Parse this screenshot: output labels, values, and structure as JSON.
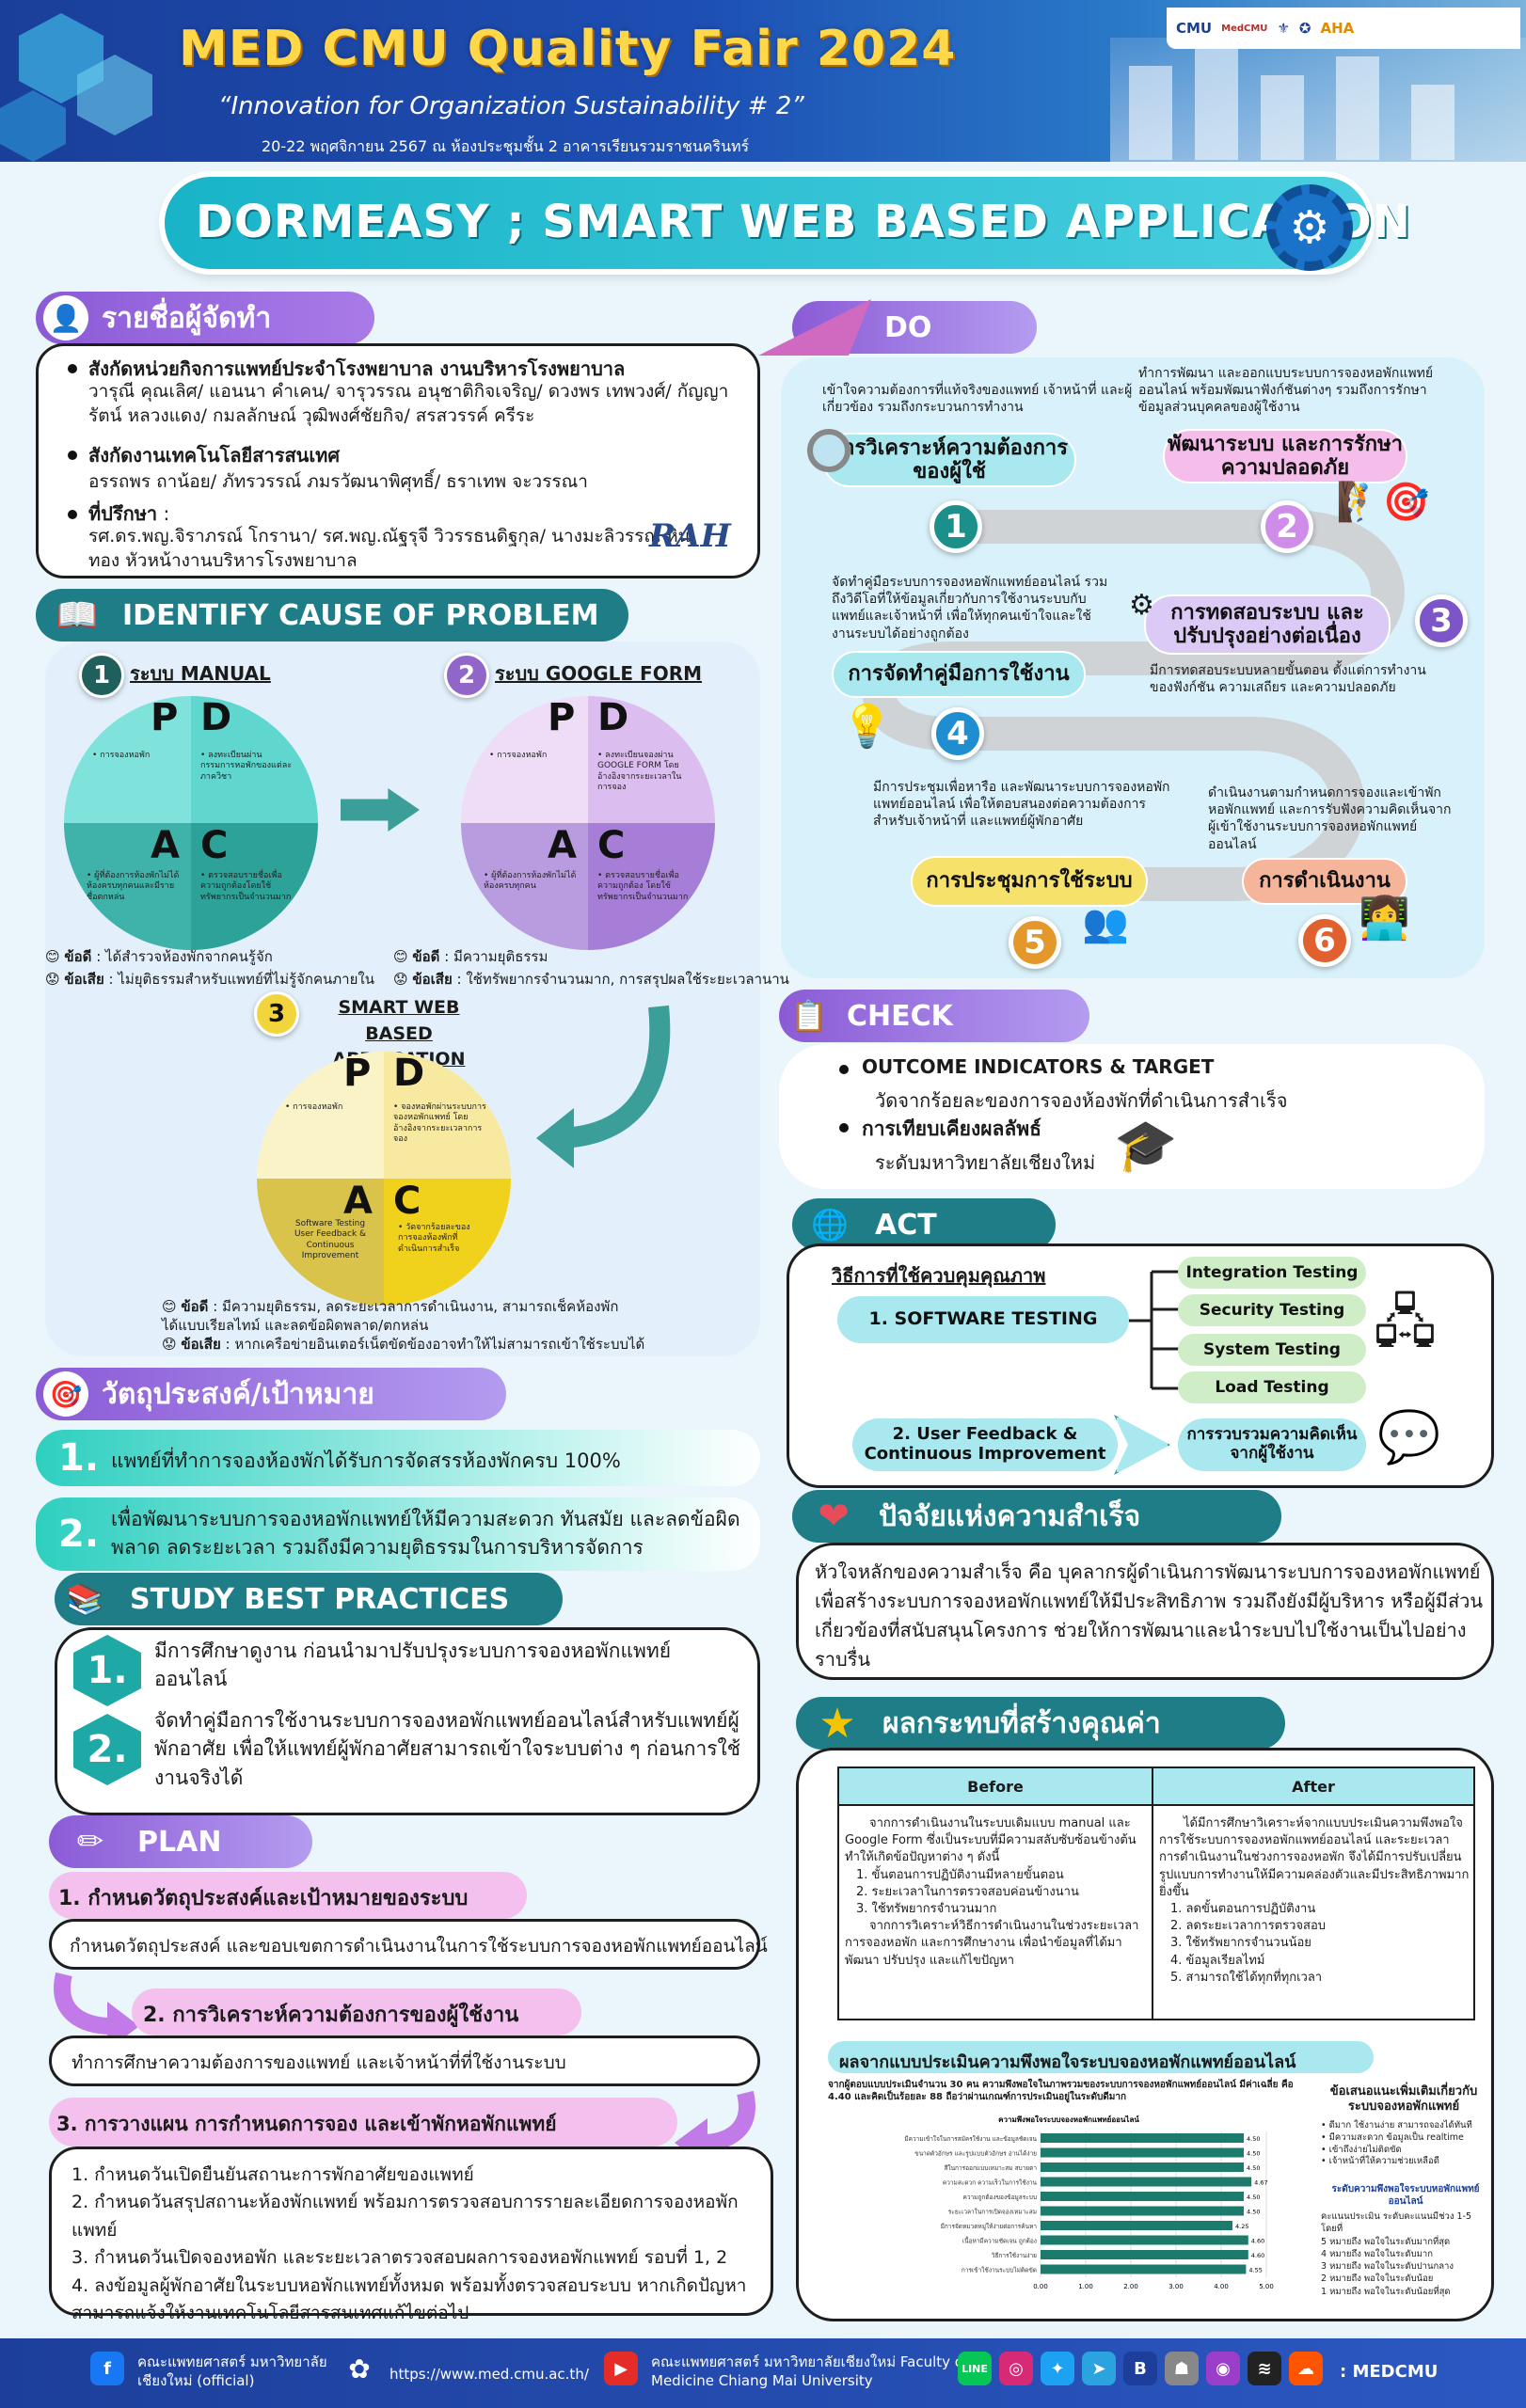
{
  "header": {
    "title": "MED CMU Quality Fair 2024",
    "slogan": "“Innovation for Organization Sustainability # 2”",
    "date_line": "20-22 พฤศจิกายน 2567 ณ ห้องประชุมชั้น 2 อาคารเรียนรวมราชนครินทร์",
    "logos": [
      "CMU",
      "MedCMU",
      "AHA"
    ]
  },
  "banner_title": "DORMEASY ; SMART WEB BASED APPLICATION",
  "authors": {
    "heading": "รายชื่อผู้จัดทำ",
    "g1_title": "สังกัดหน่วยกิจการแพทย์ประจำโรงพยาบาล  งานบริหารโรงพยาบาล",
    "g1_names": "วารุณี  คุณเลิศ/ แอนนา คำเคน/ จารุวรรณ อนุชาติกิจเจริญ/ ดวงพร เทพวงศ์/ กัญญารัตน์ หลวงแดง/ กมลลักษณ์ วุฒิพงศ์ชัยกิจ/ สรสวรรค์ ครีระ",
    "g2_title": "สังกัดงานเทคโนโลยีสารสนเทศ",
    "g2_names": "อรรถพร ถาน้อย/ ภัทรวรรณ์ ภมรวัฒนาพิศุทธิ์/ ธราเทพ  จะวรรณา",
    "g3_title": "ที่ปรึกษา",
    "g3_suffix": " :",
    "g3_names": "รศ.ดร.พญ.จิราภรณ์  โกรานา/ รศ.พญ.ณัฐรุจี  วิวรรธนดิฐกุล/ นางมะลิวรรณ  หินทอง  หัวหน้างานบริหารโรงพยาบาล",
    "signature": "RAH"
  },
  "identify": {
    "heading": "IDENTIFY CAUSE OF PROBLEM",
    "sys1": {
      "num": "1",
      "title": "ระบบ MANUAL",
      "P": "• การจองหอพัก",
      "D": "• ลงทะเบียนผ่านกรรมการหอพักของแต่ละภาควิชา",
      "A": "• ผู้ที่ต้องการห้องพักไม่ได้ห้องครบทุกคนและมีรายชื่อตกหล่น",
      "C": "• ตรวจสอบรายชื่อเพื่อความถูกต้องโดยใช้ทรัพยากรเป็นจำนวนมาก",
      "pro_label": "ข้อดี",
      "pro": " : ได้สำรวจห้องพักจากคนรู้จัก",
      "con_label": "ข้อเสีย",
      "con": " : ไม่ยุติธรรมสำหรับแพทย์ที่ไม่รู้จักคนภายใน"
    },
    "sys2": {
      "num": "2",
      "title": "ระบบ GOOGLE FORM",
      "P": "• การจองหอพัก",
      "D": "• ลงทะเบียนจองผ่าน GOOGLE FORM โดยอ้างอิงจากระยะเวลาใน การจอง",
      "A": "• ผู้ที่ต้องการห้องพักไม่ได้ห้องครบทุกคน",
      "C": "• ตรวจสอบรายชื่อเพื่อความถูกต้อง โดยใช้ทรัพยากรเป็นจำนวนมาก",
      "pro_label": "ข้อดี",
      "pro": " : มีความยุติธรรม",
      "con_label": "ข้อเสีย",
      "con": " : ใช้ทรัพยากรจำนวนมาก, การสรุปผลใช้ระยะเวลานาน"
    },
    "sys3": {
      "num": "3",
      "title": "SMART WEB BASED APPLICATION",
      "P": "• การจองหอพัก",
      "D": "• จองหอพักผ่านระบบการจองหอพักแพทย์ โดยอ้างอิงจากระยะเวลาการจอง",
      "A": "Software Testing User Feedback & Continuous Improvement",
      "C": "• วัดจากร้อยละของการจองห้องพักที่ดำเนินการสำเร็จ",
      "pro_label": "ข้อดี",
      "pro": " : มีความยุติธรรม, ลดระยะเวลาการดำเนินงาน, สามารถเช็คห้องพักได้แบบเรียลไทม์ และลดข้อผิดพลาด/ตกหล่น",
      "con_label": "ข้อเสีย",
      "con": " : หากเครือข่ายอินเตอร์เน็ตขัดข้องอาจทำให้ไม่สามารถเข้าใช้ระบบได้"
    }
  },
  "objective": {
    "heading": "วัตถุประสงค์/เป้าหมาย",
    "items": [
      {
        "num": "1.",
        "text": "แพทย์ที่ทำการจองห้องพักได้รับการจัดสรรห้องพักครบ 100%"
      },
      {
        "num": "2.",
        "text": "เพื่อพัฒนาระบบการจองหอพักแพทย์ให้มีความสะดวก ทันสมัย และลดข้อผิดพลาด ลดระยะเวลา รวมถึงมีความยุติธรรมในการบริหารจัดการ"
      }
    ]
  },
  "study": {
    "heading": "STUDY BEST PRACTICES",
    "items": [
      {
        "num": "1.",
        "text": "มีการศึกษาดูงาน ก่อนนำมาปรับปรุงระบบการจองหอพักแพทย์ออนไลน์"
      },
      {
        "num": "2.",
        "text": "จัดทำคู่มือการใช้งานระบบการจองหอพักแพทย์ออนไลน์สำหรับแพทย์ผู้พักอาศัย เพื่อให้แพทย์ผู้พักอาศัยสามารถเข้าใจระบบต่าง ๆ ก่อนการใช้งานจริงได้"
      }
    ]
  },
  "plan": {
    "heading": "PLAN",
    "s1_title": "1. กำหนดวัตถุประสงค์และเป้าหมายของระบบ",
    "s1_text": "กำหนดวัตถุประสงค์ และขอบเขตการดำเนินงานในการใช้ระบบการจองหอพักแพทย์ออนไลน์",
    "s2_title": "2. การวิเคราะห์ความต้องการของผู้ใช้งาน",
    "s2_text": "ทำการศึกษาความต้องการของแพทย์ และเจ้าหน้าที่ที่ใช้งานระบบ",
    "s3_title": "3. การวางแผน การกำหนดการจอง และเข้าพักหอพักแพทย์",
    "s3_items": [
      "1. กำหนดวันเปิดยืนยันสถานะการพักอาศัยของแพทย์",
      "2. กำหนดวันสรุปสถานะห้องพักแพทย์ พร้อมการตรวจสอบการรายละเอียดการจองหอพักแพทย์",
      "3. กำหนดวันเปิดจองหอพัก และระยะเวลาตรวจสอบผลการจองหอพักแพทย์ รอบที่ 1, 2",
      "4. ลงข้อมูลผู้พักอาศัยในระบบหอพักแพทย์ทั้งหมด พร้อมทั้งตรวจสอบระบบ หากเกิดปัญหาสามารถแจ้งให้งานเทคโนโลยีสารสนเทศแก้ไขต่อไป"
    ]
  },
  "do": {
    "heading": "DO",
    "steps": [
      {
        "num": "1",
        "title": "การวิเคราะห์ความต้องการของผู้ใช้",
        "desc": "เข้าใจความต้องการที่แท้จริงของแพทย์ เจ้าหน้าที่ และผู้เกี่ยวข้อง รวมถึงกระบวนการทำงาน"
      },
      {
        "num": "2",
        "title": "พัฒนาระบบ และการรักษาความปลอดภัย",
        "desc": "ทำการพัฒนา และออกแบบระบบการจองหอพักแพทย์ออนไลน์ พร้อมพัฒนาฟังก์ชันต่างๆ รวมถึงการรักษาข้อมูลส่วนบุคคลของผู้ใช้งาน"
      },
      {
        "num": "3",
        "title": "การทดสอบระบบ และปรับปรุงอย่างต่อเนื่อง",
        "desc": "มีการทดสอบระบบหลายขั้นตอน ตั้งแต่การทำงานของฟังก์ชัน ความเสถียร และความปลอดภัย"
      },
      {
        "num": "4",
        "title": "การจัดทำคู่มือการใช้งาน",
        "desc": "จัดทำคู่มือระบบการจองหอพักแพทย์ออนไลน์ รวมถึงวิดีโอที่ให้ข้อมูลเกี่ยวกับการใช้งานระบบกับแพทย์และเจ้าหน้าที่ เพื่อให้ทุกคนเข้าใจและใช้งานระบบได้อย่างถูกต้อง"
      },
      {
        "num": "5",
        "title": "การประชุมการใช้ระบบ",
        "desc": "มีการประชุมเพื่อหารือ และพัฒนาระบบการจองหอพักแพทย์ออนไลน์ เพื่อให้ตอบสนองต่อความต้องการสำหรับเจ้าหน้าที่ และแพทย์ผู้พักอาศัย"
      },
      {
        "num": "6",
        "title": "การดำเนินงาน",
        "desc": "ดำเนินงานตามกำหนดการจองและเข้าพักหอพักแพทย์ และการรับฟังความคิดเห็นจากผู้เข้าใช้งานระบบการจองหอพักแพทย์ออนไลน์"
      }
    ]
  },
  "check": {
    "heading": "CHECK",
    "i1_title": "OUTCOME INDICATORS & TARGET",
    "i1_text": "วัดจากร้อยละของการจองห้องพักที่ดำเนินการสำเร็จ",
    "i2_title": "การเทียบเคียงผลลัพธ์",
    "i2_text": "ระดับมหาวิทยาลัยเชียงใหม่"
  },
  "act": {
    "heading": "ACT",
    "method_title": "วิธีการที่ใช้ควบคุมคุณภาพ",
    "software_testing": "1. SOFTWARE TESTING",
    "tests": [
      "Integration Testing",
      "Security Testing",
      "System Testing",
      "Load Testing"
    ],
    "feedback": "2. User Feedback & Continuous Improvement",
    "feedback_result": "การรวบรวมความคิดเห็นจากผู้ใช้งาน"
  },
  "success": {
    "heading": "ปัจจัยแห่งความสำเร็จ",
    "text": "หัวใจหลักของความสำเร็จ คือ บุคลากรผู้ดำเนินการพัฒนาระบบการจองหอพักแพทย์ เพื่อสร้างระบบการจองหอพักแพทย์ให้มีประสิทธิภาพ รวมถึงยังมีผู้บริหาร หรือผู้มีส่วนเกี่ยวข้องที่สนับสนุนโครงการ ช่วยให้การพัฒนาและนำระบบไปใช้งานเป็นไปอย่างราบรื่น"
  },
  "impact": {
    "heading": "ผลกระทบที่สร้างคุณค่า",
    "col_before": "Before",
    "col_after": "After",
    "before_intro": "จากการดำเนินงานในระบบเดิมแบบ manual และ Google Form ซึ่งเป็นระบบที่มีความสลับซับซ้อนข้างต้น ทำให้เกิดข้อปัญหาต่าง ๆ ดังนี้",
    "before_items": [
      "1. ขั้นตอนการปฏิบัติงานมีหลายขั้นตอน",
      "2. ระยะเวลาในการตรวจสอบค่อนข้างนาน",
      "3. ใช้ทรัพยากรจำนวนมาก"
    ],
    "before_outro": "จากการวิเคราะห์วิธีการดำเนินงานในช่วงระยะเวลาการจองหอพัก และการศึกษางาน เพื่อนำข้อมูลที่ได้มาพัฒนา ปรับปรุง และแก้ไขปัญหา",
    "after_intro": "ได้มีการศึกษาวิเคราะห์จากแบบประเมินความพึงพอใจการใช้ระบบการจองหอพักแพทย์ออนไลน์ และระยะเวลาการดำเนินงานในช่วงการจองหอพัก จึงได้มีการปรับเปลี่ยนรูปแบบการทำงานให้มีความคล่องตัวและมีประสิทธิภาพมากยิ่งขึ้น",
    "after_items": [
      "1. ลดขั้นตอนการปฏิบัติงาน",
      "2. ลดระยะเวลาการตรวจสอบ",
      "3. ใช้ทรัพยากรจำนวนน้อย",
      "4. ข้อมูลเรียลไทม์",
      "5. สามารถใช้ได้ทุกที่ทุกเวลา"
    ]
  },
  "survey": {
    "heading": "ผลจากแบบประเมินความพึงพอใจระบบจองหอพักแพทย์ออนไลน์",
    "summary": "จากผู้ตอบแบบประเมินจำนวน 30 คน ความพึงพอใจในภาพรวมของระบบการจองหอพักแพทย์ออนไลน์ มีค่าเฉลี่ย คือ 4.40 และคิดเป็นร้อยละ 88 ถือว่าผ่านเกณฑ์การประเมินอยู่ในระดับดีมาก",
    "suggest_title": "ข้อเสนอแนะเพิ่มเติมเกี่ยวกับระบบจองหอพักแพทย์",
    "suggest_items": [
      "• ดีมาก ใช้งานง่าย สามารถจองได้ทันที",
      "• มีความสะดวก ข้อมูลเป็น realtime",
      "• เข้าถึงง่ายไม่ติดขัด",
      "• เจ้าหน้าที่ให้ความช่วยเหลือดี"
    ],
    "scale_title": "ระดับความพึงพอใจระบบหอพักแพทย์ออนไลน์",
    "scale_intro": "คะแนนประเมิน ระดับคะแนนมีช่วง 1-5 โดยที่",
    "scale_items": [
      "5 หมายถึง พอใจในระดับมากที่สุด",
      "4 หมายถึง พอใจในระดับมาก",
      "3 หมายถึง พอใจในระดับปานกลาง",
      "2 หมายถึง พอใจในระดับน้อย",
      "1 หมายถึง พอใจในระดับน้อยที่สุด"
    ]
  },
  "chart_data": {
    "type": "bar",
    "orientation": "horizontal",
    "title": "ความพึงพอใจระบบจองหอพักแพทย์ออนไลน์",
    "categories": [
      "มีความเข้าใจในการสมัครใช้งาน และข้อมูลชัดเจน",
      "ขนาดตัวอักษร และรูปแบบตัวอักษร อ่านได้ง่าย",
      "สีในการออกแบบเหมาะสม สบายตา",
      "ความสะดวก ความเร็วในการใช้งาน",
      "ความถูกต้องของข้อมูลระบบ",
      "ระยะเวลาในการเปิดจองเหมาะสม",
      "มีการจัดหมวดหมู่ให้ง่ายต่อการค้นหา",
      "เนื้อหามีความชัดเจน ถูกต้อง",
      "วิธีการใช้งานง่าย",
      "การเข้าใช้งานระบบไม่ติดขัด"
    ],
    "values": [
      4.5,
      4.5,
      4.5,
      4.67,
      4.5,
      4.5,
      4.25,
      4.6,
      4.6,
      4.55
    ],
    "xlim": [
      0,
      5
    ],
    "xticks": [
      "0.00",
      "1.00",
      "2.00",
      "3.00",
      "4.00",
      "5.00"
    ]
  },
  "footer": {
    "fb": "คณะแพทยศาสตร์ มหาวิทยาลัยเชียงใหม่ (official)",
    "url": "https://www.med.cmu.ac.th/",
    "yt": "คณะแพทยศาสตร์ มหาวิทยาลัยเชียงใหม่ Faculty of Medicine Chiang Mai University",
    "handle": ": MEDCMU"
  },
  "colors": {
    "header": "#1d4eb3",
    "banner": "#19b4c8",
    "purple": "#7a55c9",
    "teal": "#1fa9a6",
    "plan": "#f2b7ea"
  }
}
